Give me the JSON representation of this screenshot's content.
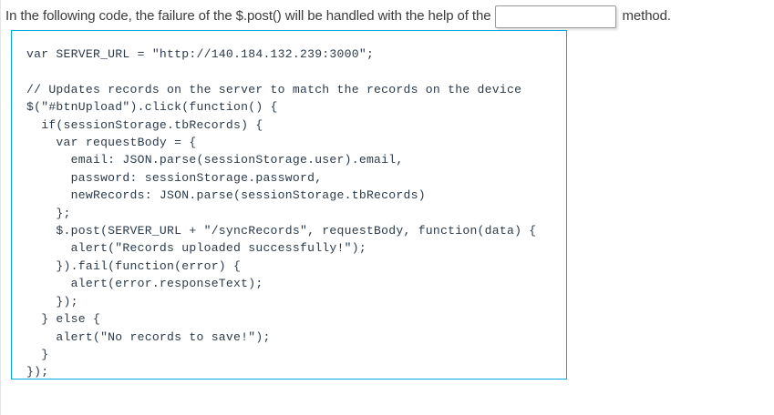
{
  "question": {
    "text_before_blank": "In the following code, the failure of the $.post() will be handled with the help of the",
    "text_after_blank": "method.",
    "answer_value": "",
    "answer_placeholder": ""
  },
  "code_block": {
    "language": "javascript",
    "border_color": "#00a7e1",
    "background_color": "#ffffff",
    "text_color": "#2b3a4a",
    "lines": [
      "var SERVER_URL = \"http://140.184.132.239:3000\";",
      "",
      "// Updates records on the server to match the records on the device",
      "$(\"#btnUpload\").click(function() {",
      "  if(sessionStorage.tbRecords) {",
      "    var requestBody = {",
      "      email: JSON.parse(sessionStorage.user).email,",
      "      password: sessionStorage.password,",
      "      newRecords: JSON.parse(sessionStorage.tbRecords)",
      "    };",
      "    $.post(SERVER_URL + \"/syncRecords\", requestBody, function(data) {",
      "      alert(\"Records uploaded successfully!\");",
      "    }).fail(function(error) {",
      "      alert(error.responseText);",
      "    });",
      "  } else {",
      "    alert(\"No records to save!\");",
      "  }",
      "});"
    ]
  }
}
